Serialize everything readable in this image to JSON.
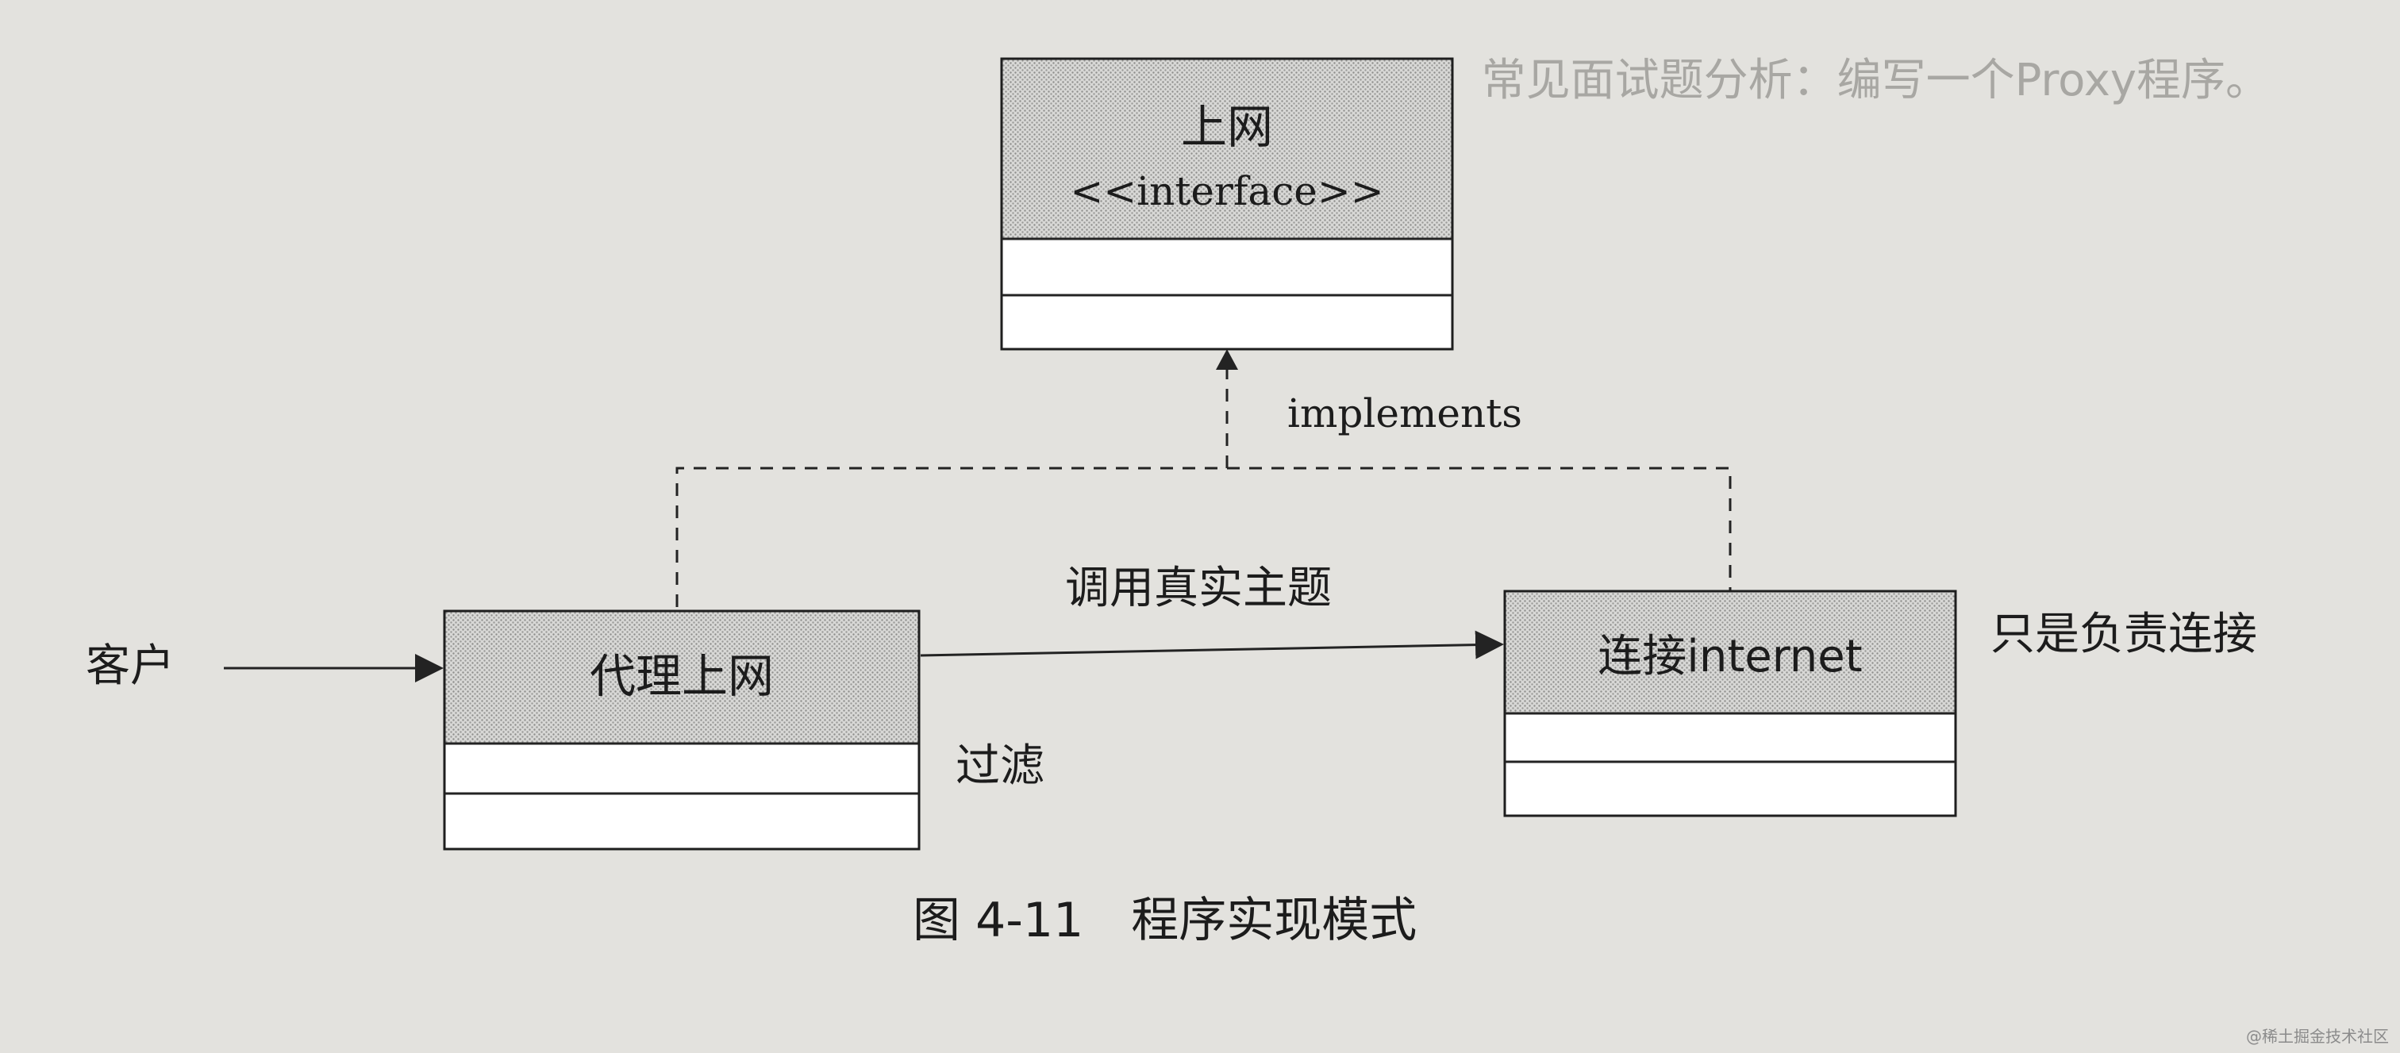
{
  "diagram": {
    "interface_box": {
      "title": "上网",
      "stereotype": "<<interface>>"
    },
    "implements_label": "implements",
    "proxy_box": {
      "title": "代理上网"
    },
    "real_box": {
      "title": "连接internet"
    },
    "client_label": "客户",
    "call_label": "调用真实主题",
    "filter_label": "过滤",
    "real_note": "只是负责连接",
    "caption": "图 4-11　程序实现模式"
  },
  "background": {
    "top_text": "常见面试题分析：编写一个Proxy程序。"
  },
  "watermark": "@稀土掘金技术社区",
  "colors": {
    "paper": "#e3e2de",
    "ink": "#1c1c1c",
    "box_header": "#c8c8c6"
  }
}
